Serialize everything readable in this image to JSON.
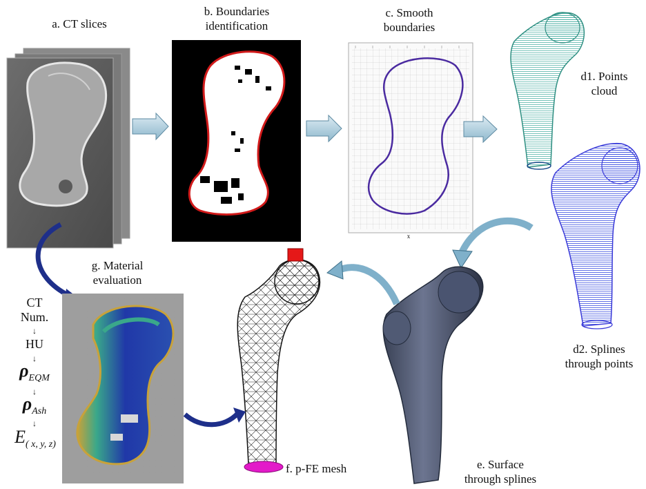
{
  "labels": {
    "a": "a. CT slices",
    "b_line1": "b. Boundaries",
    "b_line2": "identification",
    "c_line1": "c. Smooth",
    "c_line2": "boundaries",
    "d1_line1": "d1. Points",
    "d1_line2": "cloud",
    "d2_line1": "d2. Splines",
    "d2_line2": "through points",
    "e_line1": "e. Surface",
    "e_line2": "through splines",
    "f": "f. p-FE mesh",
    "g_line1": "g. Material",
    "g_line2": "evaluation"
  },
  "conversion_chain": {
    "ct_line1": "CT",
    "ct_line2": "Num.",
    "hu": "HU",
    "rho": "ρ",
    "eqm_sub": "EQM",
    "ash_sub": "Ash",
    "e_var": "E",
    "e_sub": "( x, y, z)",
    "arrow": "↓"
  },
  "plot_axis_footer": "x"
}
